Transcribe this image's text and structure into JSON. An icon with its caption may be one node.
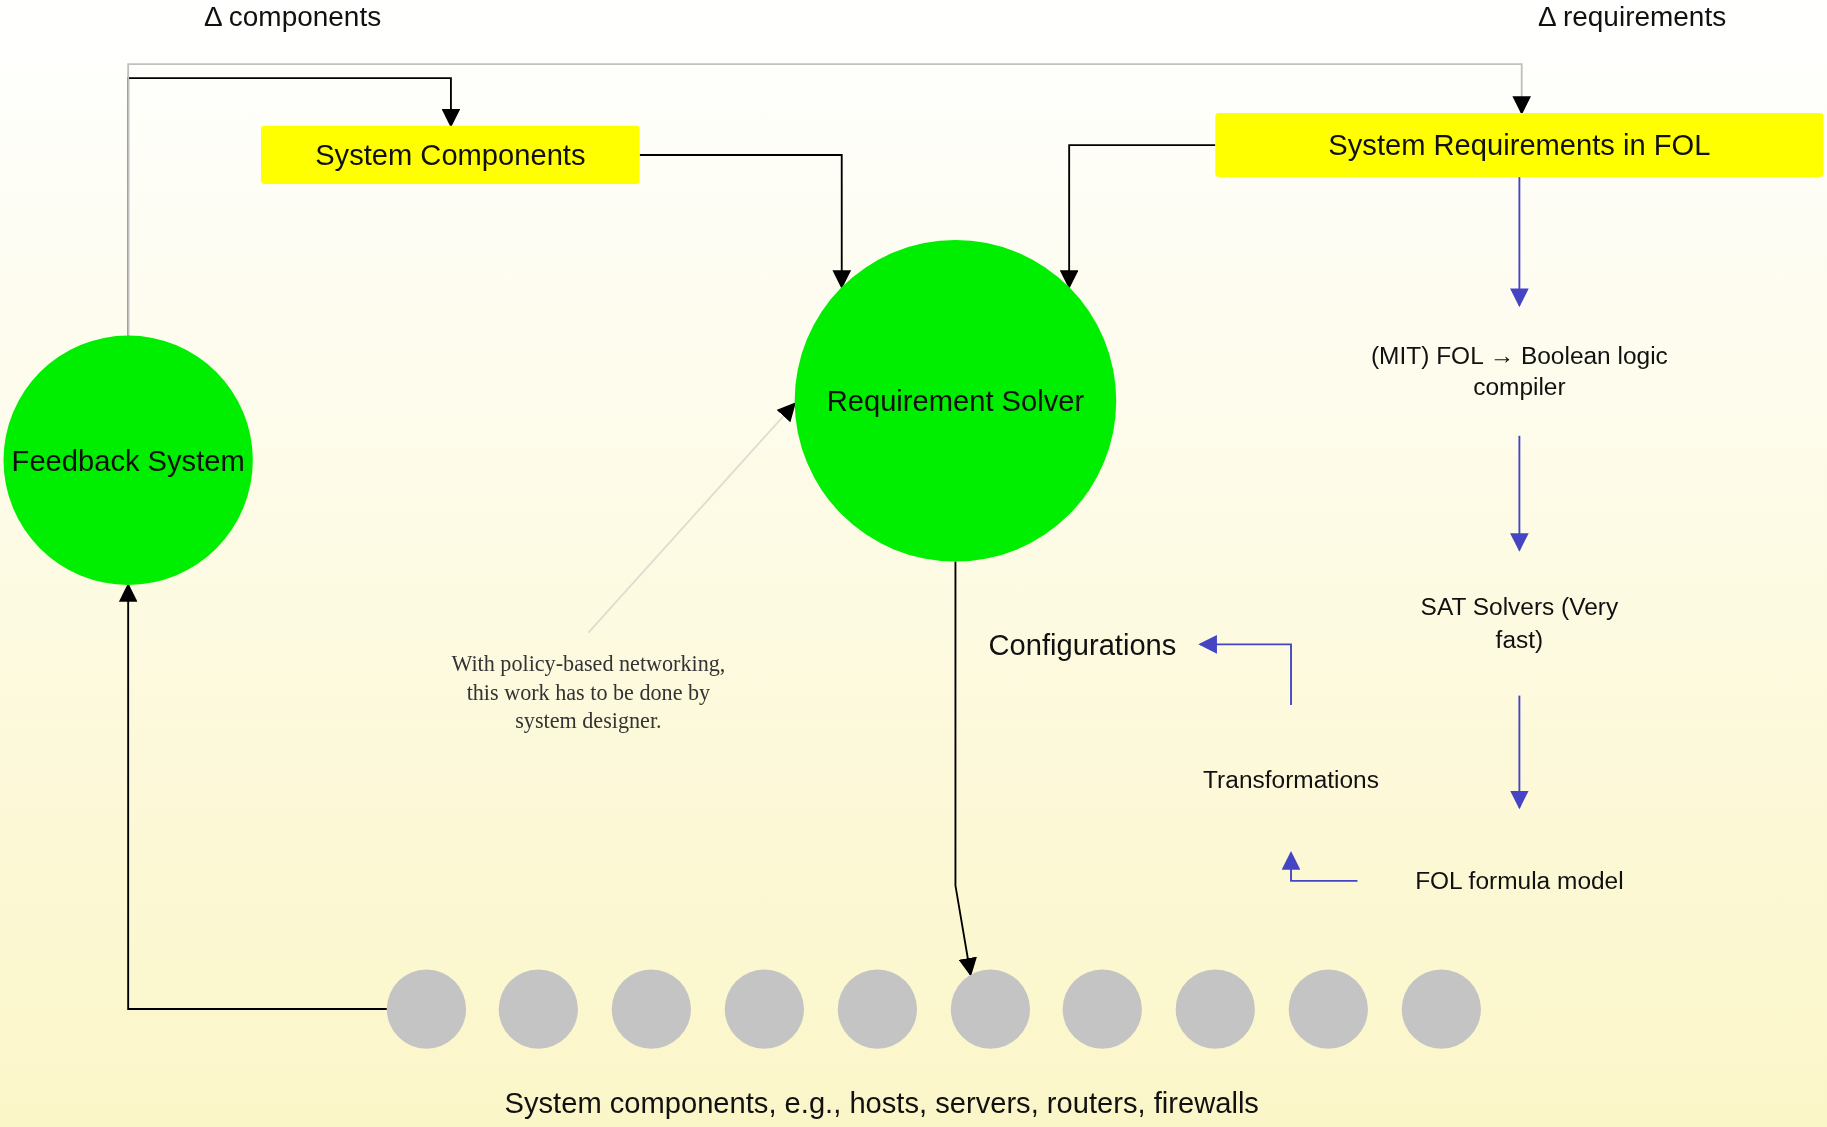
{
  "diagram": {
    "nodes": [
      {
        "text": [
          "System Components"
        ]
      },
      {
        "text": [
          "System Requirements in FOL"
        ]
      },
      {
        "text": [
          "Feedback System"
        ]
      },
      {
        "text": [
          "Requirement Solver"
        ]
      },
      {
        "text": [
          "(MIT) FOL → Boolean logic compiler"
        ]
      },
      {
        "text": [
          "SAT Solvers (Very fast)"
        ]
      },
      {
        "text": [
          "FOL formula model"
        ]
      },
      {
        "text": [
          "Transformations"
        ]
      },
      {
        "text": [
          "Configurations"
        ]
      },
      {
        "text": [
          "With policy-based networking, this work has to be done by system designer."
        ]
      },
      {
        "text": [],
        "shape": "circle"
      },
      {
        "text": [],
        "shape": "circle"
      },
      {
        "text": [],
        "shape": "circle"
      },
      {
        "text": [],
        "shape": "circle"
      },
      {
        "text": [],
        "shape": "circle"
      },
      {
        "text": [],
        "shape": "circle"
      },
      {
        "text": [],
        "shape": "circle"
      },
      {
        "text": [],
        "shape": "circle"
      },
      {
        "text": [],
        "shape": "circle"
      },
      {
        "text": [],
        "shape": "circle"
      }
    ],
    "edges": [
      {
        "from": 2,
        "to": 0,
        "arrow": "to",
        "label": "Δ components"
      },
      {
        "from": 2,
        "to": 1,
        "arrow": "to",
        "label": "Δ requirements",
        "color": "#c0c0c0"
      },
      {
        "from": 0,
        "to": 3,
        "arrow": "to"
      },
      {
        "from": 1,
        "to": 3,
        "arrow": "to"
      },
      {
        "from": 1,
        "to": 4,
        "arrow": "to",
        "color": "#4444c4"
      },
      {
        "from": 4,
        "to": 5,
        "arrow": "to",
        "color": "#4444c4"
      },
      {
        "from": 5,
        "to": 6,
        "arrow": "to",
        "color": "#4444c4"
      },
      {
        "from": 6,
        "to": 7,
        "arrow": "to",
        "color": "#4444c4"
      },
      {
        "from": 7,
        "to": 8,
        "arrow": "to",
        "color": "#4444c4"
      },
      {
        "from": 9,
        "to": 3,
        "arrow": "to",
        "color": "#e0dcd0"
      },
      {
        "from": 3,
        "to": 15,
        "arrow": "to"
      },
      {
        "from": 10,
        "to": 2,
        "arrow": "to"
      }
    ],
    "labels": [
      "System components, e.g., hosts, servers, routers, firewalls"
    ]
  }
}
